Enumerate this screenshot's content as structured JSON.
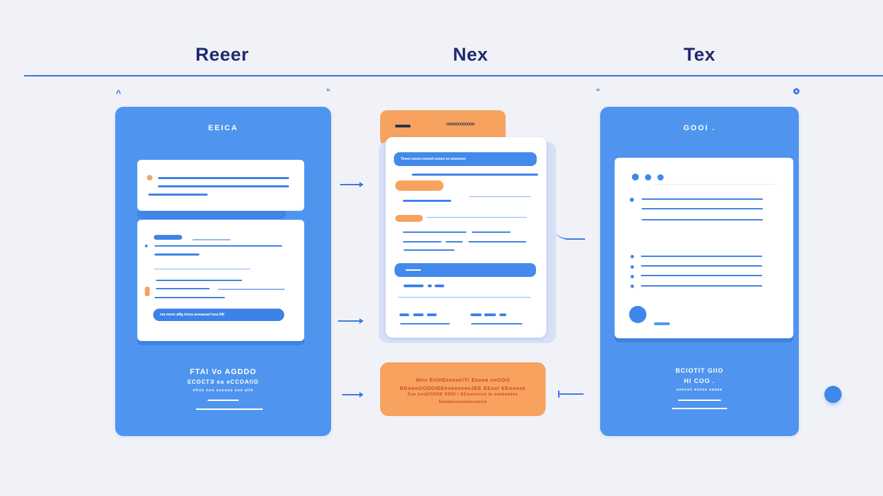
{
  "headings": [
    "Reeer",
    "Nex",
    "Tex"
  ],
  "left_panel": {
    "title": "EEICA",
    "card_button_label": "ma mnno aMg lnena anoaaoad lnoa NN",
    "footer": [
      "FTAI Vo AGDDO",
      "ЕСОСТЭ ea eCCOAIIO",
      "efinn   ooo oooooo ooo   alih"
    ]
  },
  "middle": {
    "tab_label": "OOOOOOOOOOOO",
    "header_bar_label": "Teeen eeeen eeeeeh eeeen ee eeeeeeee",
    "note_lines": [
      "Wen EnlIIEeoeee/Tr Eaoea  ooODO",
      "BEoooOODDIEEeoeeoeeeJEE EEaoI EEoooae",
      "Eaa oooDOODE EDOI I EEooooooo Ie eeoeeeeee",
      "Eeeeeoooooooooooo"
    ]
  },
  "right_panel": {
    "title": "GOOI .",
    "footer": [
      "BCIOTIT GIIO",
      "HI COO .",
      "ннееее нееен наааа"
    ]
  },
  "colors": {
    "panel": "#4f95ef",
    "accent": "#f7a35f",
    "heading": "#1f2a6e",
    "line": "#3b6fd8"
  }
}
